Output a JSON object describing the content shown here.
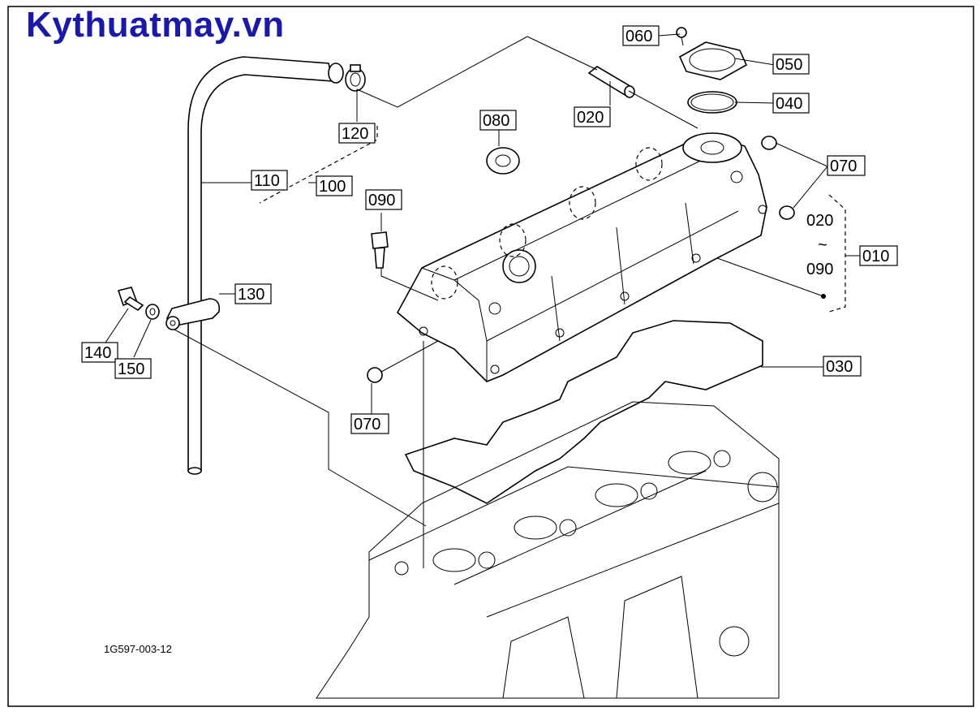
{
  "brand": {
    "text": "Kythuatmay.vn",
    "color": "#1a1aa6"
  },
  "figure_code": "1G597-003-12",
  "labels": {
    "p060": "060",
    "p050": "050",
    "p040": "040",
    "p020": "020",
    "p080": "080",
    "p120": "120",
    "p110": "110",
    "p100": "100",
    "p090": "090",
    "p070a": "070",
    "p070b": "070",
    "p010": "010",
    "p030": "030",
    "p130": "130",
    "p140": "140",
    "p150": "150"
  },
  "range": {
    "from": "020",
    "sep": "~",
    "to": "090"
  }
}
